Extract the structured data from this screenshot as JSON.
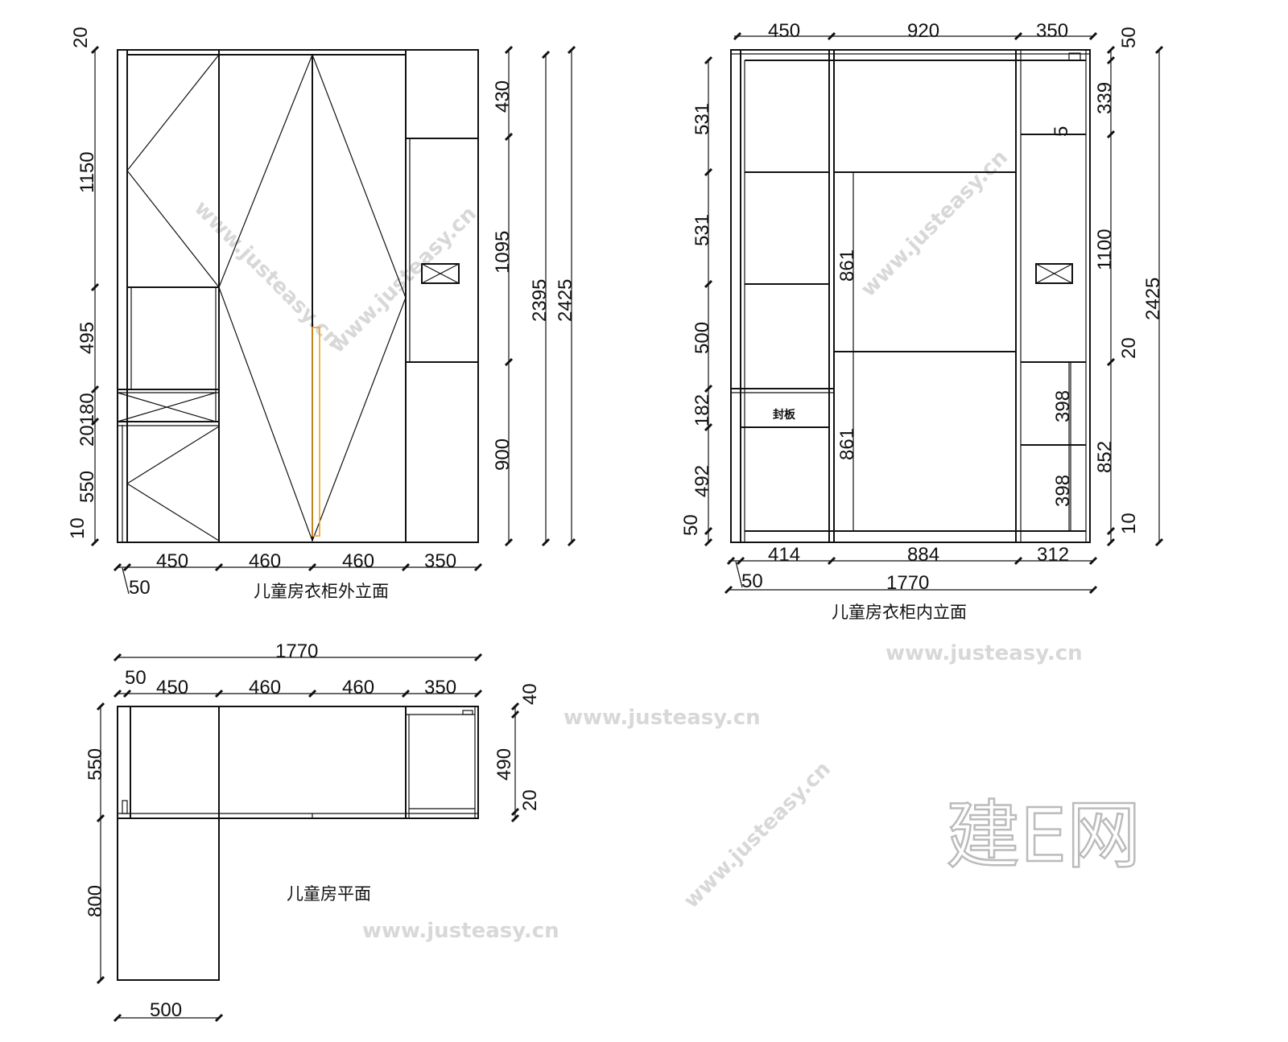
{
  "watermark": {
    "site": "www.justeasy.cn",
    "logo": "建E网"
  },
  "colors": {
    "line": "#111111",
    "handle": "#f0a020",
    "watermark": "#d8d8d8"
  },
  "exterior": {
    "title": "儿童房衣柜外立面",
    "left_dims": [
      "20",
      "1150",
      "495",
      "20180",
      "550",
      "10"
    ],
    "right_dims": [
      "430",
      "1095",
      "900"
    ],
    "total_dims": [
      "2395",
      "2425"
    ],
    "bottom_dims": [
      "450",
      "460",
      "460",
      "350"
    ],
    "offset_dim": "50"
  },
  "interior": {
    "title": "儿童房衣柜内立面",
    "top_dims": [
      "450",
      "920",
      "350"
    ],
    "left_dims": [
      "531",
      "531",
      "500",
      "182",
      "492",
      "50"
    ],
    "right_dims": [
      "50",
      "339",
      "1100",
      "20",
      "852",
      "10"
    ],
    "small_dim": "5",
    "total_height": "2425",
    "hanging_dims": [
      "861",
      "861"
    ],
    "drawer_dims": [
      "398",
      "398"
    ],
    "drawer_label": "封板",
    "bottom_dims": [
      "414",
      "884",
      "312"
    ],
    "offset_dim": "50",
    "total_width": "1770"
  },
  "plan": {
    "title": "儿童房平面",
    "total_width": "1770",
    "top_dims": [
      "50",
      "450",
      "460",
      "460",
      "350"
    ],
    "left_dims": [
      "550",
      "800"
    ],
    "right_dims": [
      "40",
      "490",
      "20"
    ],
    "bottom_dim": "500"
  }
}
